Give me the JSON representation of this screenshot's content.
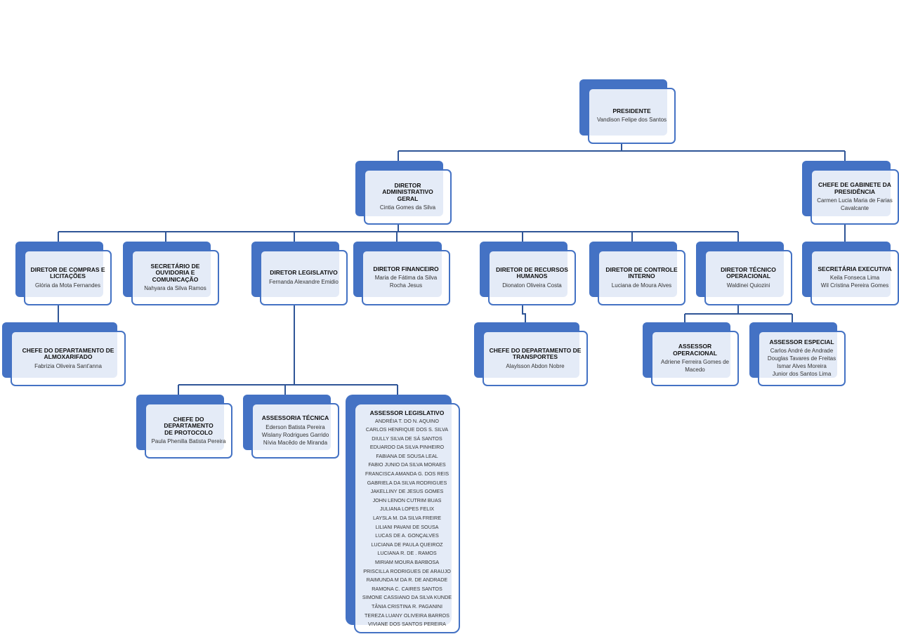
{
  "colors": {
    "primary": "#4472c4",
    "connector": "#2f5597"
  },
  "org": {
    "presidente": {
      "title": "PRESIDENTE",
      "names": "Vandison Felipe dos Santos"
    },
    "diretor_adm": {
      "title": "DIRETOR ADMINISTRATIVO\nGERAL",
      "names": "Cintia Gomes da Silva"
    },
    "chefe_gabinete": {
      "title": "CHEFE DE GABINETE DA\nPRESIDÊNCIA",
      "names": "Carmen Lucia Maria de Farias\nCavalcante"
    },
    "secretaria_exec": {
      "title": "SECRETÁRIA EXECUTIVA",
      "names": "Keila Fonseca Lima\nWil Cristina Pereira Gomes"
    },
    "dir_compras": {
      "title": "DIRETOR DE COMPRAS E\nLICITAÇÕES",
      "names": "Glória da Mota Fernandes"
    },
    "sec_ouvidoria": {
      "title": "SECRETÁRIO DE\nOUVIDORIA E\nCOMUNICAÇÃO",
      "names": "Nahyara da Silva Ramos"
    },
    "dir_legislativo": {
      "title": "DIRETOR LEGISLATIVO",
      "names": "Fernanda Alexandre Emidio"
    },
    "dir_financeiro": {
      "title": "DIRETOR FINANCEIRO",
      "names": "Maria de Fátima da Silva\nRocha Jesus"
    },
    "dir_rh": {
      "title": "DIRETOR DE RECURSOS\nHUMANOS",
      "names": "Dionaton Oliveira Costa"
    },
    "dir_controle": {
      "title": "DIRETOR DE CONTROLE\nINTERNO",
      "names": "Luciana de Moura Alves"
    },
    "dir_tecnico": {
      "title": "DIRETOR TÉCNICO\nOPERACIONAL",
      "names": "Waldinei Quiozini"
    },
    "chefe_almox": {
      "title": "CHEFE DO DEPARTAMENTO DE\nALMOXARIFADO",
      "names": "Fabrizia Oliveira Sant'anna"
    },
    "chefe_transportes": {
      "title": "CHEFE DO DEPARTAMENTO DE\nTRANSPORTES",
      "names": "Alaylsson Abdon Nobre"
    },
    "assessor_operacional": {
      "title": "ASSESSOR OPERACIONAL",
      "names": "Adriene Ferreira Gomes de\nMacedo"
    },
    "assessor_especial": {
      "title": "ASSESSOR ESPECIAL",
      "names": "Carlos André de Andrade\nDouglas Tavares de Freitas\nIsmar Alves Moreira\nJunior dos Santos Lima"
    },
    "chefe_protocolo": {
      "title": "CHEFE DO DEPARTAMENTO\nDE PROTOCOLO",
      "names": "Paula Phenilla Batista Pereira"
    },
    "assessoria_tecnica": {
      "title": "ASSESSORIA TÉCNICA",
      "names": "Ederson Batista Pereira\nWislany Rodrigues Garrido\nNívia Macêdo de Miranda"
    },
    "assessor_legislativo": {
      "title": "ASSESSOR LEGISLATIVO",
      "members": [
        "ANDRÉIA T. DO N. AQUINO",
        "CARLOS HENRIQUE DOS S. SILVA",
        "DIULLY SILVA DE SÁ SANTOS",
        "EDUARDO DA SILVA PINHEIRO",
        "FABIANA DE SOUSA LEAL",
        "FABIO JUNIO DA SILVA MORAES",
        "FRANCISCA AMANDA G. DOS REIS",
        "GABRIELA DA SILVA RODRIGUES",
        "JAKELLINY DE JESUS GOMES",
        "JOHN LENON CUTRIM BUAS",
        "JULIANA LOPES FELIX",
        "LAYSLA M. DA SILVA FREIRE",
        "LILIANI PAVANI DE SOUSA",
        "LUCAS DE A. GONÇALVES",
        "LUCIANA DE PAULA QUEIROZ",
        "LUCIANA R. DE . RAMOS",
        "MIRIAM MOURA BARBOSA",
        "PRISCILLA RODRIGUES DE ARAUJO",
        "RAIMUNDA M DA R. DE ANDRADE",
        "RAMONA C. CAIRES SANTOS",
        "SIMONE CASSIANO DA SILVA KUNDE",
        "TÂNIA CRISTINA R. PAGANINI",
        "TEREZA LUANY OLIVEIRA BARROS",
        "VIVIANE DOS SANTOS PEREIRA"
      ]
    }
  }
}
